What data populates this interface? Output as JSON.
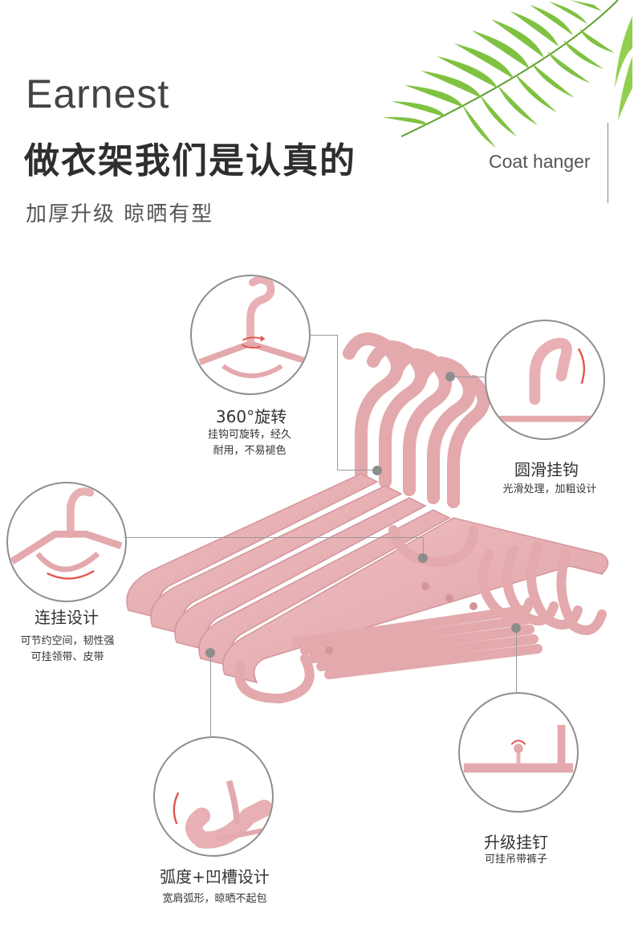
{
  "header": {
    "brand": "Earnest",
    "headline": "做衣架我们是认真的",
    "subline": "加厚升级 晾晒有型",
    "english_label": "Coat hanger"
  },
  "features": [
    {
      "id": "rotate",
      "title": "360°旋转",
      "desc_lines": [
        "挂钩可旋转，经久",
        "耐用，不易褪色"
      ]
    },
    {
      "id": "smooth-hook",
      "title": "圆滑挂钩",
      "desc_lines": [
        "光滑处理，加粗设计"
      ]
    },
    {
      "id": "chain",
      "title": "连挂设计",
      "desc_lines": [
        "可节约空间，韧性强",
        "可挂领带、皮带"
      ]
    },
    {
      "id": "curve",
      "title": "弧度+凹槽设计",
      "desc_lines": [
        "宽肩弧形，晾晒不起包"
      ]
    },
    {
      "id": "nail",
      "title": "升级挂钉",
      "desc_lines": [
        "可挂吊带裤子"
      ]
    }
  ],
  "colors": {
    "hanger_pink": "#e8b0b4",
    "hanger_shadow": "#d4959a",
    "accent_red": "#e0574f",
    "leaf_green": "#7fc241",
    "text_dark": "#333333"
  },
  "icons": [
    "palm-leaf-icon",
    "rotate-arrow-icon",
    "curve-arrow-icon"
  ]
}
